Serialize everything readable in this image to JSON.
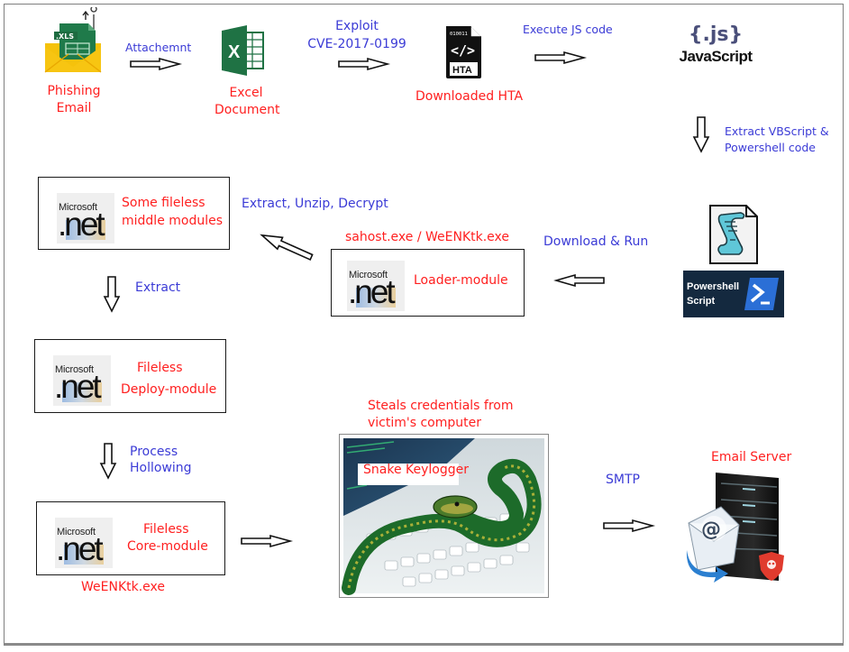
{
  "diagram": {
    "title_hidden": "",
    "nodes": {
      "phishing_email": {
        "line1": "Phishing",
        "line2": "Email",
        "icon": "email-xls-attachment-icon",
        "badge": ".XLS"
      },
      "excel_document": {
        "line1": "Excel",
        "line2": "Document",
        "icon": "excel-icon",
        "glyph": "X"
      },
      "downloaded_hta": {
        "label": "Downloaded HTA",
        "icon": "hta-file-icon",
        "bits": "010011",
        "code": "</>",
        "ext": "HTA"
      },
      "javascript": {
        "glyph": "{.js}",
        "label": "JavaScript",
        "icon": "javascript-icon"
      },
      "powershell": {
        "label_line1": "Powershell",
        "label_line2": "Script",
        "icon": "powershell-icon"
      },
      "loader_module": {
        "header": "sahost.exe / WeENKtk.exe",
        "label": "Loader-module",
        "logo_ms": "Microsoft",
        "logo_net": ".net"
      },
      "middle_modules": {
        "line1": "Some fileless",
        "line2": "middle modules",
        "logo_ms": "Microsoft",
        "logo_net": ".net"
      },
      "deploy_module": {
        "line1": "Fileless",
        "line2": "Deploy-module",
        "logo_ms": "Microsoft",
        "logo_net": ".net"
      },
      "core_module": {
        "line1": "Fileless",
        "line2": "Core-module",
        "footer": "WeENKtk.exe",
        "logo_ms": "Microsoft",
        "logo_net": ".net"
      },
      "snake_keylogger": {
        "caption_line1": "Steals credentials from",
        "caption_line2": "victim's computer",
        "overlay": "Snake Keylogger"
      },
      "email_server": {
        "label": "Email Server",
        "icon": "email-server-icon",
        "at": "@"
      }
    },
    "edges": {
      "attachment": "Attachemnt",
      "exploit_line1": "Exploit",
      "exploit_line2": "CVE-2017-0199",
      "execute_js": "Execute JS code",
      "extract_vbs_line1": "Extract VBScript &",
      "extract_vbs_line2": "Powershell code",
      "download_run": "Download & Run",
      "extract_unzip": "Extract, Unzip, Decrypt",
      "extract": "Extract",
      "process_hollowing_line1": "Process",
      "process_hollowing_line2": "Hollowing",
      "smtp": "SMTP"
    },
    "colors": {
      "node_label": "#ff1f1f",
      "edge_label": "#3b3bd6",
      "excel_green": "#1f7244",
      "powershell_blue": "#2b6fd6",
      "js_purple": "#4a4f7a"
    }
  }
}
